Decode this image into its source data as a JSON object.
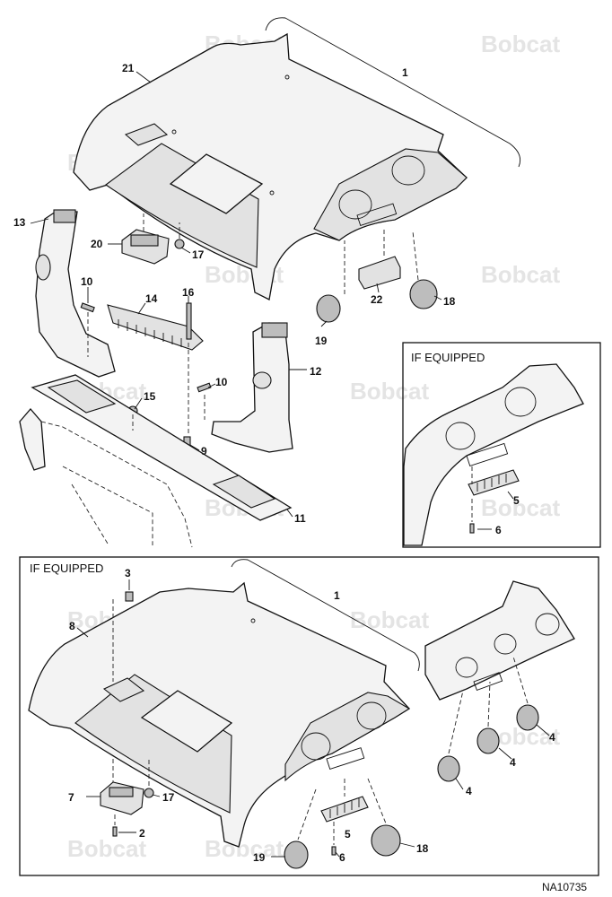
{
  "brand": {
    "watermark_text": "Bobcat",
    "watermark_color": "#e4e4e4"
  },
  "figure": {
    "id": "NA10735"
  },
  "insets": {
    "right_title": "IF EQUIPPED",
    "bottom_title": "IF EQUIPPED"
  },
  "callouts": {
    "main": [
      "21",
      "1",
      "13",
      "20",
      "17",
      "22",
      "18",
      "10",
      "14",
      "16",
      "19",
      "12",
      "15",
      "10",
      "9",
      "11"
    ],
    "right_inset": [
      "5",
      "6"
    ],
    "bottom_inset": [
      "3",
      "1",
      "8",
      "4",
      "4",
      "4",
      "7",
      "17",
      "2",
      "5",
      "19",
      "6",
      "18"
    ]
  }
}
